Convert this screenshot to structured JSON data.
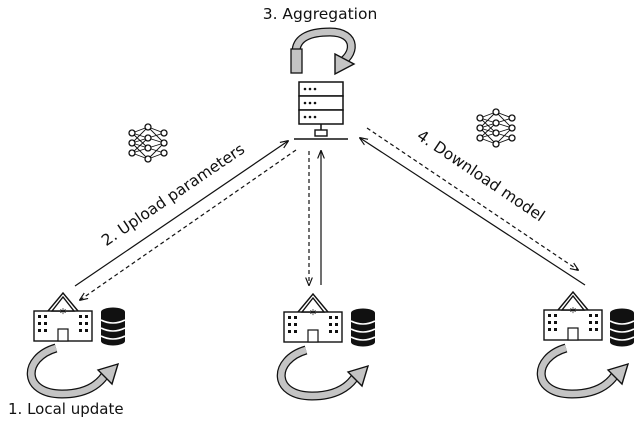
{
  "labels": {
    "aggregation": "3. Aggregation",
    "upload": "2. Upload parameters",
    "download": "4. Download model",
    "local_update": "1. Local update"
  },
  "icons": {
    "server": "server-icon",
    "network": "neural-network-icon",
    "hospital": "hospital-icon",
    "database": "database-icon",
    "cycle": "cycle-arrow-icon"
  },
  "colors": {
    "line": "#111111",
    "arrow_fill": "#bdbdbd"
  }
}
